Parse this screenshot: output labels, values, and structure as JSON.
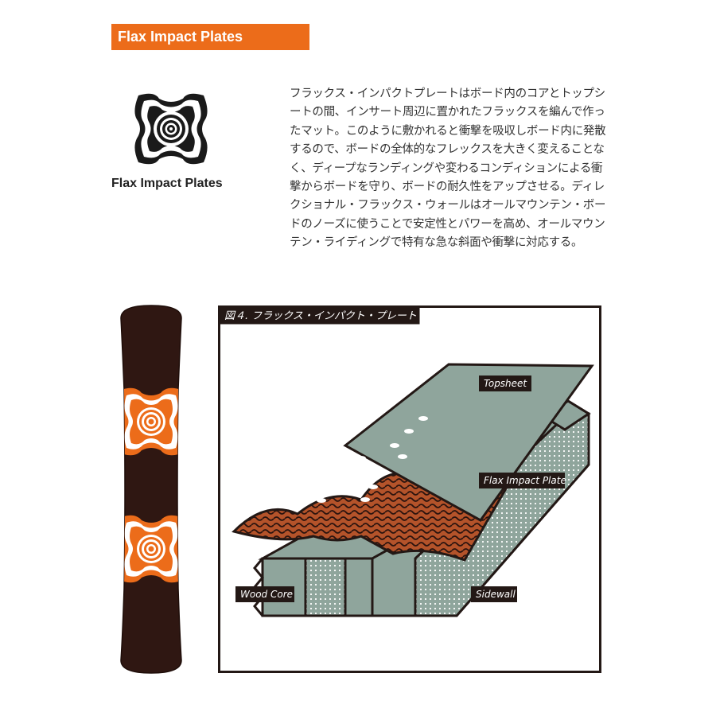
{
  "header": {
    "title": "Flax Impact Plates"
  },
  "icon": {
    "name": "flax-impact-plate-icon",
    "label": "Flax Impact Plates"
  },
  "description": "フラックス・インパクトプレートはボード内のコアとトップシートの間、インサート周辺に置かれたフラックスを編んで作ったマット。このように敷かれると衝撃を吸収しボード内に発散するので、ボードの全体的なフレックスを大きく変えることなく、ディープなランディングや変わるコンディションによる衝撃からボードを守り、ボードの耐久性をアップさせる。ディレクショナル・フラックス・ウォールはオールマウンテン・ボードのノーズに使うことで安定性とパワーを高め、オールマウンテン・ライディングで特有な急な斜面や衝撃に対応する。",
  "figure": {
    "caption": "図４. フラックス・インパクト・プレート",
    "labels": {
      "topsheet": "Topsheet",
      "flax_plate": "Flax Impact Plate",
      "wood_core": "Wood Core",
      "sidewall": "Sidewall"
    }
  },
  "colors": {
    "accent": "#ec6c1a",
    "board": "#2f1712",
    "plate": "#b4532a",
    "layer": "#8fa59c",
    "dark": "#231815"
  }
}
